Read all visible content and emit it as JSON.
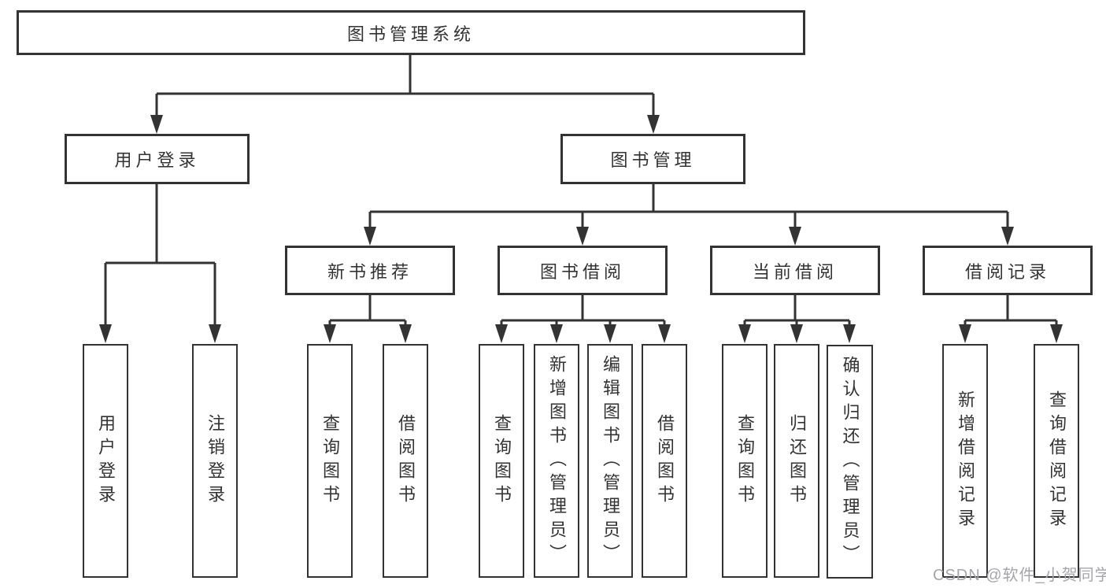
{
  "root": {
    "label": "图书管理系统",
    "children": [
      {
        "label": "用户登录",
        "children": [
          {
            "label": "用户登录"
          },
          {
            "label": "注销登录"
          }
        ]
      },
      {
        "label": "图书管理",
        "children": [
          {
            "label": "新书推荐",
            "children": [
              {
                "label": "查询图书"
              },
              {
                "label": "借阅图书"
              }
            ]
          },
          {
            "label": "图书借阅",
            "children": [
              {
                "label": "查询图书"
              },
              {
                "label": "新增图书（管理员）"
              },
              {
                "label": "编辑图书（管理员）"
              },
              {
                "label": "借阅图书"
              }
            ]
          },
          {
            "label": "当前借阅",
            "children": [
              {
                "label": "查询图书"
              },
              {
                "label": "归还图书"
              },
              {
                "label": "确认归还（管理员）"
              }
            ]
          },
          {
            "label": "借阅记录",
            "children": [
              {
                "label": "新增借阅记录"
              },
              {
                "label": "查询借阅记录"
              }
            ]
          }
        ]
      }
    ]
  },
  "watermark": "CSDN @软件_小贺同学",
  "colors": {
    "line": "#333333",
    "box_border": "#333333",
    "text": "#333333",
    "watermark": "#a5a5aa",
    "background": "#ffffff"
  }
}
